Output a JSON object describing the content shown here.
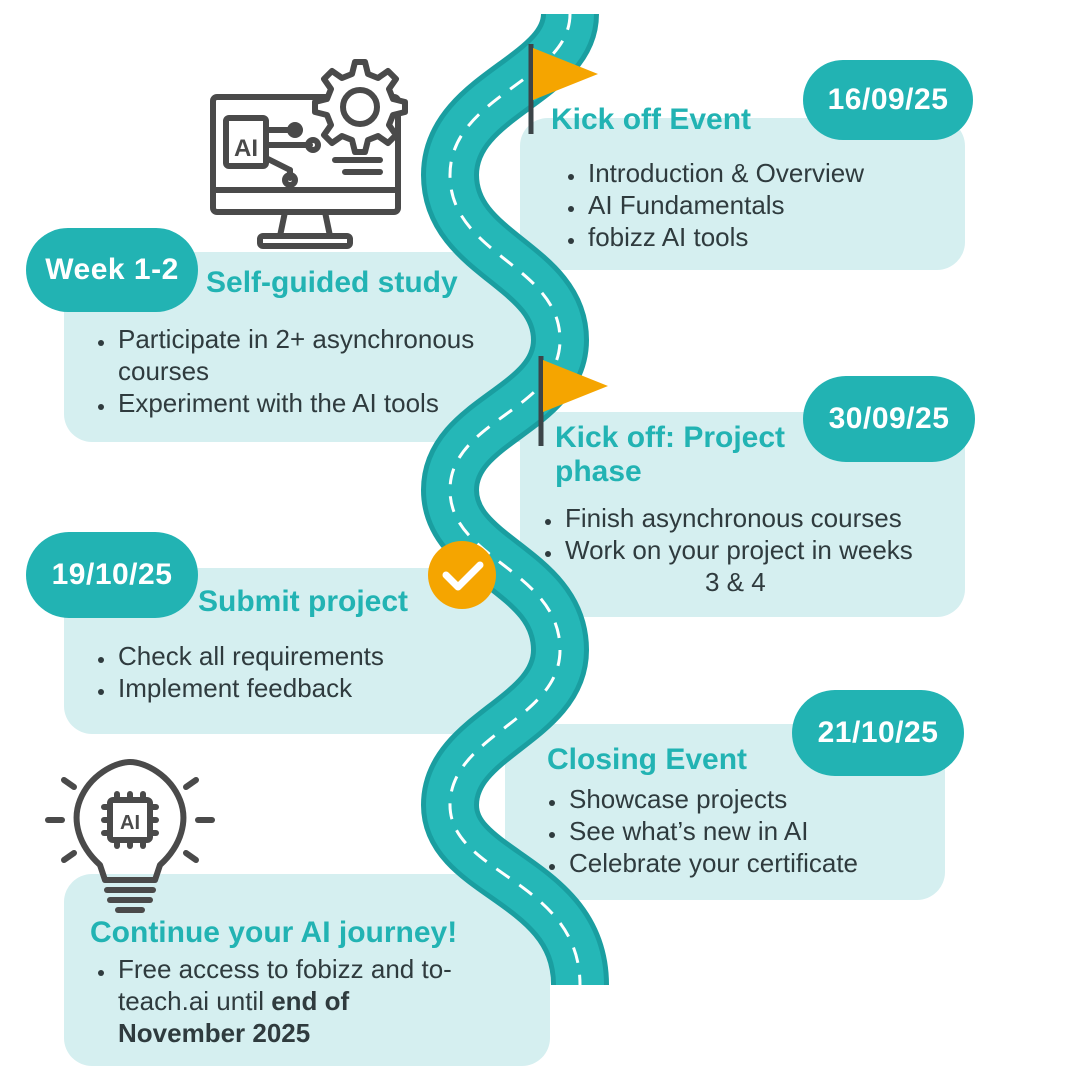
{
  "kickoff": {
    "date": "16/09/25",
    "title": "Kick off Event",
    "items": [
      "Introduction & Overview",
      "AI Fundamentals",
      "fobizz AI tools"
    ]
  },
  "self_study": {
    "date": "Week 1-2",
    "title": "Self-guided study",
    "items": [
      "Participate in 2+ asynchronous courses",
      "Experiment with the AI tools"
    ]
  },
  "project_phase": {
    "date": "30/09/25",
    "title": "Kick off: Project phase",
    "items": [
      "Finish asynchronous courses",
      "Work on your project in weeks",
      "3 & 4"
    ]
  },
  "submit": {
    "date": "19/10/25",
    "title": "Submit project",
    "items": [
      "Check all requirements",
      "Implement feedback"
    ]
  },
  "closing": {
    "date": "21/10/25",
    "title": "Closing Event",
    "items": [
      "Showcase projects",
      "See what’s new in AI",
      "Celebrate your certificate"
    ]
  },
  "continue": {
    "title": "Continue your AI journey!",
    "text_start": "Free access to fobizz and to-teach.ai until ",
    "text_bold": "end of November 2025"
  },
  "icons": {
    "computer_label": "AI",
    "bulb_label": "AI",
    "computer_icon": "ai-computer-gear-icon",
    "bulb_icon": "ai-lightbulb-icon",
    "flag_icon": "flag-icon",
    "check_icon": "checkmark-icon"
  },
  "colors": {
    "teal": "#22b3b3",
    "road": "#22b3b3",
    "card": "#d5eff0",
    "flag": "#f5a500",
    "text": "#2f3b3e"
  }
}
